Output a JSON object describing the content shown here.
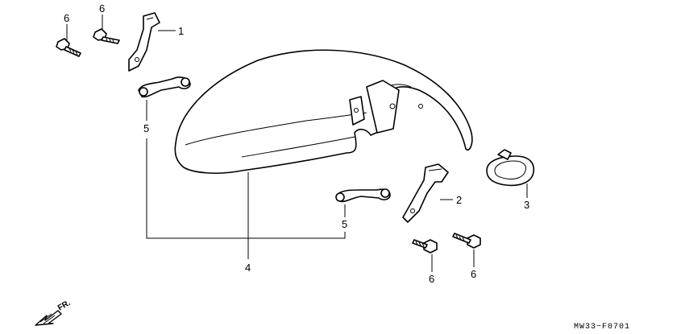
{
  "diagram": {
    "code": "MW33−F0701",
    "direction_label": "FR.",
    "callouts": {
      "c1": "1",
      "c2": "2",
      "c3": "3",
      "c4": "4",
      "c5a": "5",
      "c5b": "5",
      "c6a": "6",
      "c6b": "6",
      "c6c": "6",
      "c6d": "6"
    }
  }
}
